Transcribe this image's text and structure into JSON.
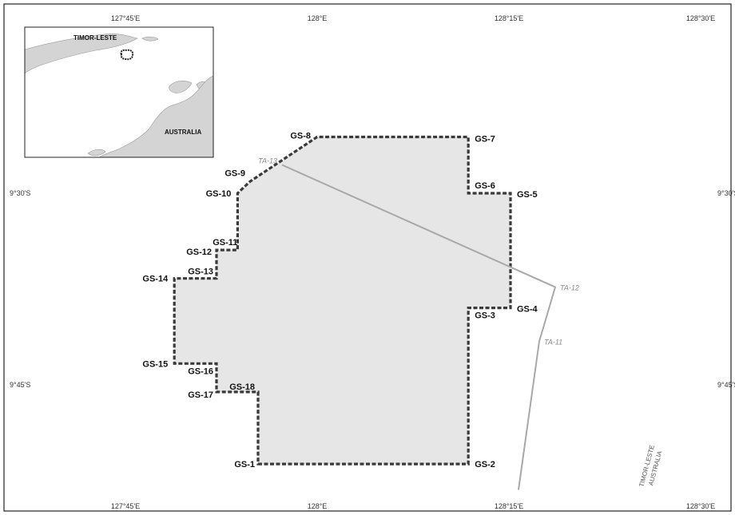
{
  "map": {
    "lon_ticks": [
      {
        "label": "127°45'E",
        "value": 127.75
      },
      {
        "label": "128°E",
        "value": 128.0
      },
      {
        "label": "128°15'E",
        "value": 128.25
      },
      {
        "label": "128°30'E",
        "value": 128.5
      }
    ],
    "lat_ticks": [
      {
        "label": "9°30'S",
        "value": -9.5
      },
      {
        "label": "9°45'S",
        "value": -9.75
      }
    ],
    "colors": {
      "area_fill": "#e6e6e6",
      "area_border": "#3a3a3a",
      "trace_line": "#a8a8a8",
      "frame": "#222222",
      "inset_land": "#d4d4d4",
      "inset_sea": "#ffffff"
    },
    "area_points": [
      {
        "name": "GS-1",
        "label": "GS-1",
        "lon": 127.9229,
        "lat": -9.8532
      },
      {
        "name": "GS-2",
        "label": "GS-2",
        "lon": 128.1971,
        "lat": -9.8532
      },
      {
        "name": "GS-3",
        "label": "GS-3",
        "lon": 128.1971,
        "lat": -9.6496
      },
      {
        "name": "GS-4",
        "label": "GS-4",
        "lon": 128.2521,
        "lat": -9.6496
      },
      {
        "name": "GS-5",
        "label": "GS-5",
        "lon": 128.2521,
        "lat": -9.5
      },
      {
        "name": "GS-6",
        "label": "GS-6",
        "lon": 128.1971,
        "lat": -9.5
      },
      {
        "name": "GS-7",
        "label": "GS-7",
        "lon": 128.1971,
        "lat": -9.4266
      },
      {
        "name": "GS-8",
        "label": "GS-8",
        "lon": 128.0,
        "lat": -9.4266
      },
      {
        "name": "GS-9",
        "label": "GS-9",
        "lon": 127.9125,
        "lat": -9.4847
      },
      {
        "name": "GS-10",
        "label": "GS-10",
        "lon": 127.8962,
        "lat": -9.5
      },
      {
        "name": "GS-11",
        "label": "GS-11",
        "lon": 127.8962,
        "lat": -9.5741
      },
      {
        "name": "GS-12",
        "label": "GS-12",
        "lon": 127.8687,
        "lat": -9.5741
      },
      {
        "name": "GS-13",
        "label": "GS-13",
        "lon": 127.8687,
        "lat": -9.6111
      },
      {
        "name": "GS-14",
        "label": "GS-14",
        "lon": 127.8137,
        "lat": -9.6111
      },
      {
        "name": "GS-15",
        "label": "GS-15",
        "lon": 127.8137,
        "lat": -9.7222
      },
      {
        "name": "GS-16",
        "label": "GS-16",
        "lon": 127.8687,
        "lat": -9.7222
      },
      {
        "name": "GS-17",
        "label": "GS-17",
        "lon": 127.8687,
        "lat": -9.7593
      },
      {
        "name": "GS-18",
        "label": "GS-18",
        "lon": 127.9229,
        "lat": -9.7593
      }
    ],
    "trace_points": [
      {
        "label": "TA-13",
        "lon": 127.9542,
        "lat": -9.463
      },
      {
        "label": "TA-12",
        "lon": 128.3104,
        "lat": -9.6225
      },
      {
        "label": "TA-11",
        "lon": 128.2896,
        "lat": -9.6931
      }
    ],
    "trace_end": {
      "lon": 128.2625,
      "lat": -9.887
    },
    "boundary_labels": [
      "TIMOR-LESTE",
      "AUSTRALIA"
    ],
    "inset": {
      "labels": [
        "TIMOR-LESTE",
        "AUSTRALIA"
      ]
    }
  }
}
